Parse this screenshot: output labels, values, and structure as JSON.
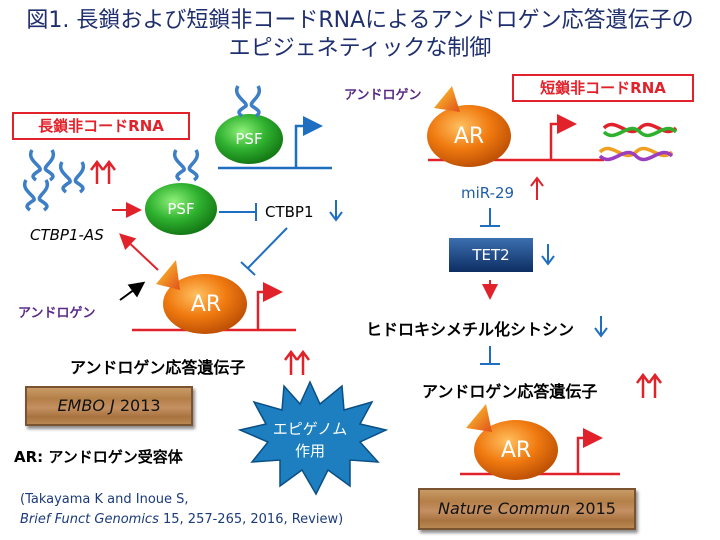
{
  "title": {
    "line1": "図1. 長鎖および短鎖非コードRNAによるアンドロゲン応答遺伝子の",
    "line2": "エピジェネティックな制御"
  },
  "left": {
    "long_ncrna_box": "長鎖非コードRNA",
    "psf_top": "PSF",
    "psf_mid": "PSF",
    "ctbp1as": "CTBP1-AS",
    "ctbp1": "CTBP1",
    "androgen": "アンドロゲン",
    "ar": "AR",
    "androgen_response_gene": "アンドロゲン応答遺伝子",
    "ref_box_journal": "EMBO J",
    "ref_box_year": "2013",
    "ar_def_key": "AR:",
    "ar_def_value": "アンドロゲン受容体"
  },
  "center": {
    "epigenome_line1": "エピゲノム",
    "epigenome_line2": "作用"
  },
  "right": {
    "androgen": "アンドロゲン",
    "short_ncrna_box": "短鎖非コードRNA",
    "ar_top": "AR",
    "mir29": "miR-29",
    "tet2": "TET2",
    "hmc": "ヒドロキシメチル化シトシン",
    "androgen_response_gene": "アンドロゲン応答遺伝子",
    "ar_bottom": "AR",
    "ref_box_journal": "Nature Commun",
    "ref_box_year": "2015"
  },
  "citation": {
    "line1": "(Takayama K and Inoue S,",
    "journal": "Brief Funct Genomics",
    "rest": " 15, 257-265, 2016, Review)"
  },
  "colors": {
    "red": "#e2222a",
    "blue": "#1f6fc0",
    "dark_blue": "#1f3a6e",
    "green": "#2fb12f",
    "orange": "#f07a10",
    "purple": "#5b2a86"
  }
}
